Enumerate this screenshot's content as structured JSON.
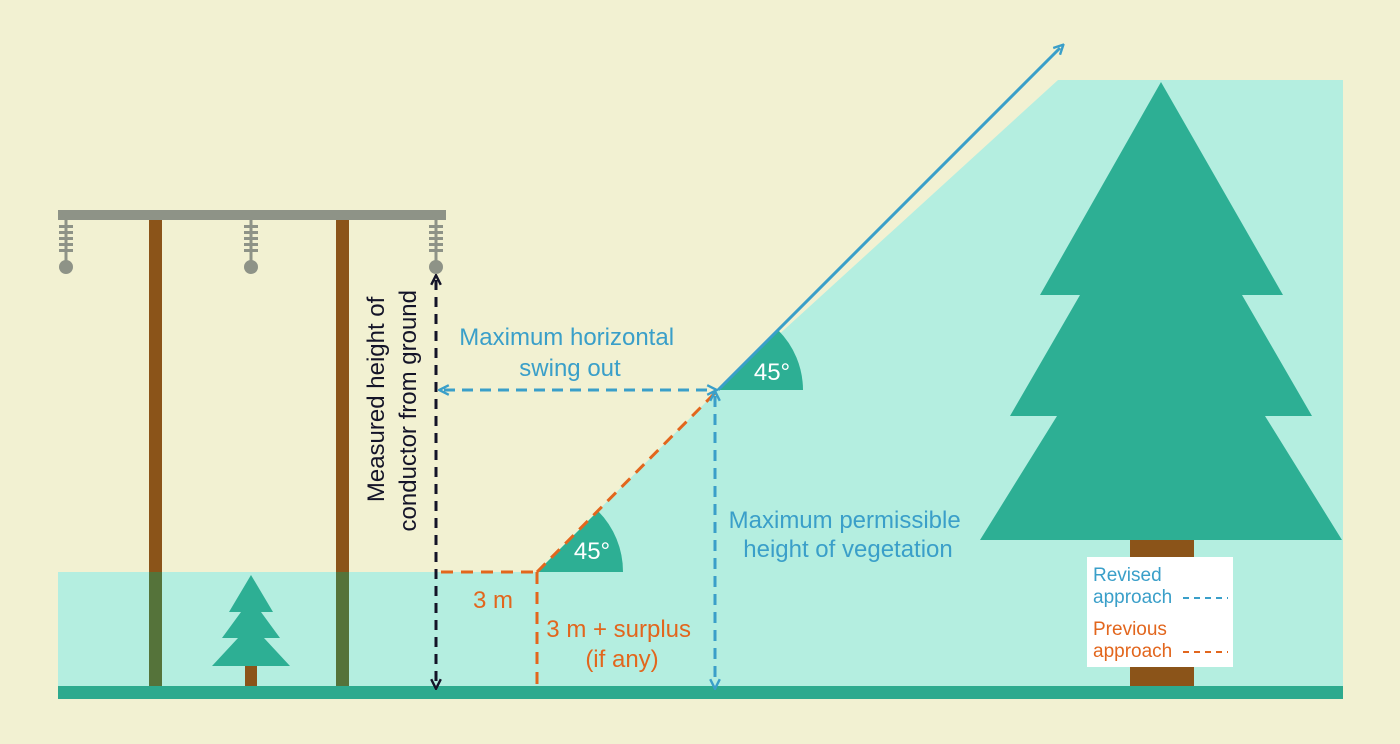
{
  "labels": {
    "measured_height_line1": "Measured height of",
    "measured_height_line2": "conductor from ground",
    "swing_line1": "Maximum horizontal",
    "swing_line2": "swing out",
    "angle_upper": "45°",
    "angle_lower": "45°",
    "max_veg_line1": "Maximum permissible",
    "max_veg_line2": "height of vegetation",
    "three_m": "3 m",
    "surplus_line1": "3 m + surplus",
    "surplus_line2": "(if any)"
  },
  "legend": {
    "revised_line1": "Revised",
    "revised_line2": "approach",
    "previous_line1": "Previous",
    "previous_line2": "approach"
  },
  "colors": {
    "background": "#f2f1d2",
    "clearance_zone": "#b4eee0",
    "ground": "#2daa8e",
    "tree": "#2daf94",
    "trunk": "#8b5419",
    "pole": "#8b5419",
    "crossarm": "#8e9387",
    "revised": "#3a9fc9",
    "previous": "#e2661d",
    "measure": "#141428"
  }
}
